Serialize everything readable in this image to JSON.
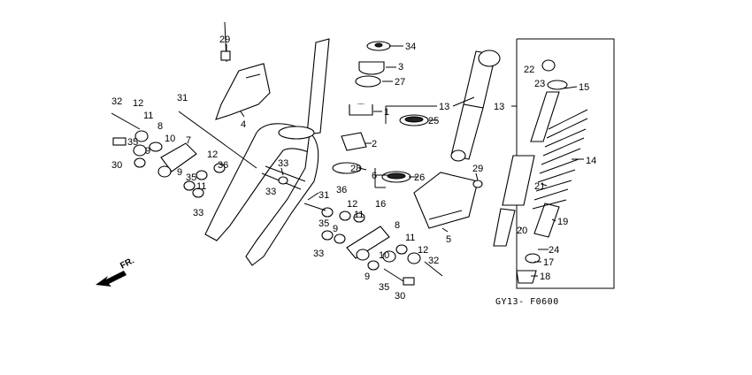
{
  "diagram": {
    "code": "GY13- F0600",
    "direction_label": "FR.",
    "callouts": [
      {
        "id": "c29a",
        "text": "29"
      },
      {
        "id": "c34",
        "text": "34"
      },
      {
        "id": "c3",
        "text": "3"
      },
      {
        "id": "c27",
        "text": "27"
      },
      {
        "id": "c1",
        "text": "1"
      },
      {
        "id": "c13a",
        "text": "13"
      },
      {
        "id": "c25",
        "text": "25"
      },
      {
        "id": "c13b",
        "text": "13"
      },
      {
        "id": "c22",
        "text": "22"
      },
      {
        "id": "c23",
        "text": "23"
      },
      {
        "id": "c15",
        "text": "15"
      },
      {
        "id": "c4",
        "text": "4"
      },
      {
        "id": "c32a",
        "text": "32"
      },
      {
        "id": "c12a",
        "text": "12"
      },
      {
        "id": "c31a",
        "text": "31"
      },
      {
        "id": "c11a",
        "text": "11"
      },
      {
        "id": "c8a",
        "text": "8"
      },
      {
        "id": "c35a",
        "text": "35"
      },
      {
        "id": "c10a",
        "text": "10"
      },
      {
        "id": "c7",
        "text": "7"
      },
      {
        "id": "c9a",
        "text": "9"
      },
      {
        "id": "c30a",
        "text": "30"
      },
      {
        "id": "c2",
        "text": "2"
      },
      {
        "id": "c14",
        "text": "14"
      },
      {
        "id": "c12b",
        "text": "12"
      },
      {
        "id": "c36a",
        "text": "36"
      },
      {
        "id": "c9b",
        "text": "9"
      },
      {
        "id": "c35b",
        "text": "35"
      },
      {
        "id": "c11b",
        "text": "11"
      },
      {
        "id": "c33a",
        "text": "33"
      },
      {
        "id": "c33b",
        "text": "33"
      },
      {
        "id": "c33c",
        "text": "33"
      },
      {
        "id": "c28",
        "text": "28"
      },
      {
        "id": "c6",
        "text": "6"
      },
      {
        "id": "c26",
        "text": "26"
      },
      {
        "id": "c29b",
        "text": "29"
      },
      {
        "id": "c21",
        "text": "21"
      },
      {
        "id": "c31b",
        "text": "31"
      },
      {
        "id": "c36b",
        "text": "36"
      },
      {
        "id": "c12c",
        "text": "12"
      },
      {
        "id": "c11c",
        "text": "11"
      },
      {
        "id": "c16",
        "text": "16"
      },
      {
        "id": "c35c",
        "text": "35"
      },
      {
        "id": "c9c",
        "text": "9"
      },
      {
        "id": "c33d",
        "text": "33"
      },
      {
        "id": "c8b",
        "text": "8"
      },
      {
        "id": "c5",
        "text": "5"
      },
      {
        "id": "c19",
        "text": "19"
      },
      {
        "id": "c20",
        "text": "20"
      },
      {
        "id": "c11d",
        "text": "11"
      },
      {
        "id": "c12d",
        "text": "12"
      },
      {
        "id": "c24",
        "text": "24"
      },
      {
        "id": "c17",
        "text": "17"
      },
      {
        "id": "c10b",
        "text": "10"
      },
      {
        "id": "c32b",
        "text": "32"
      },
      {
        "id": "c9d",
        "text": "9"
      },
      {
        "id": "c18",
        "text": "18"
      },
      {
        "id": "c35d",
        "text": "35"
      },
      {
        "id": "c30b",
        "text": "30"
      }
    ]
  }
}
